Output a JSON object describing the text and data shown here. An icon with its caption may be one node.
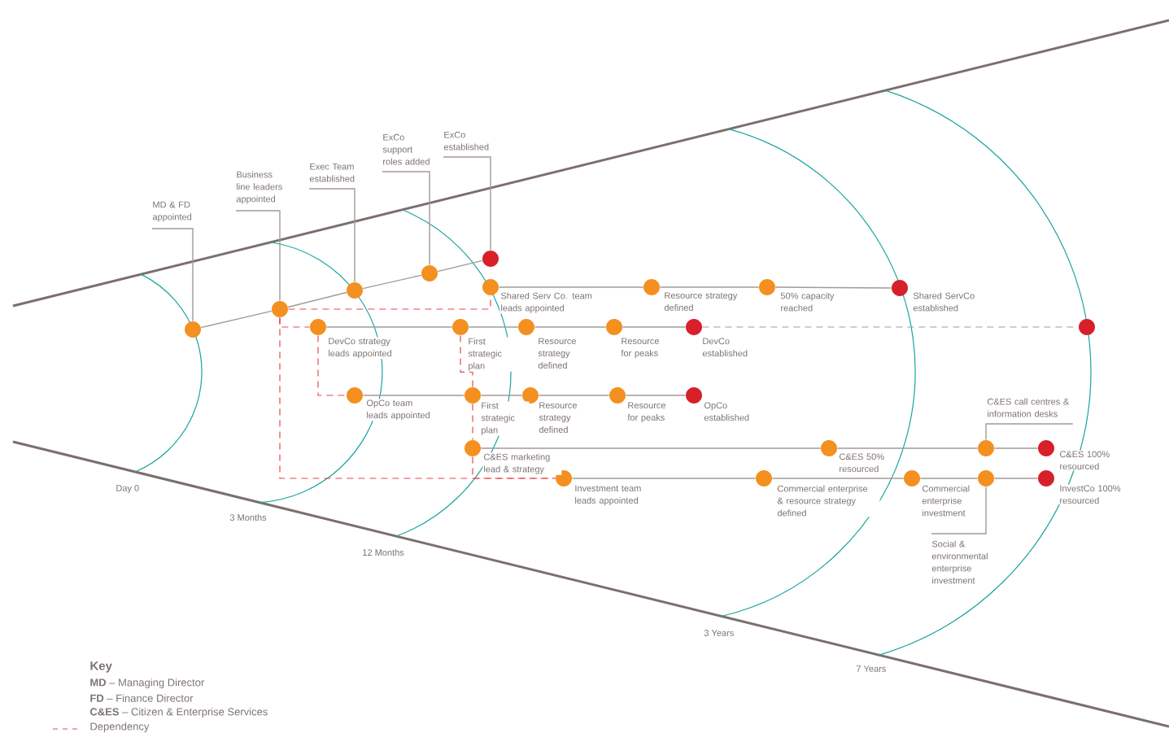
{
  "diagram": {
    "nodes": [
      {
        "text": [],
        "shape": "circle"
      },
      {
        "text": [],
        "shape": "circle"
      },
      {
        "text": [],
        "shape": "circle"
      },
      {
        "text": [],
        "shape": "circle"
      },
      {
        "text": [],
        "shape": "circle"
      },
      {
        "text": [],
        "shape": "circle",
        "beside": [
          "Shared Serv Co. team leads appointed"
        ]
      },
      {
        "text": [],
        "shape": "circle",
        "beside": [
          "Resource strategy defined"
        ]
      },
      {
        "text": [],
        "shape": "circle",
        "beside": [
          "50% capacity reached"
        ]
      },
      {
        "text": [],
        "shape": "circle",
        "beside": [
          "Shared ServCo established"
        ]
      },
      {
        "text": [],
        "shape": "circle",
        "beside": [
          "DevCo strategy leads appointed"
        ]
      },
      {
        "text": [],
        "shape": "circle",
        "beside": [
          "First strategic plan"
        ]
      },
      {
        "text": [],
        "shape": "circle",
        "beside": [
          "Resource strategy defined"
        ]
      },
      {
        "text": [],
        "shape": "circle",
        "beside": [
          "Resource for peaks"
        ]
      },
      {
        "text": [],
        "shape": "circle",
        "beside": [
          "DevCo established"
        ]
      },
      {
        "text": [],
        "shape": "circle"
      },
      {
        "text": [],
        "shape": "circle",
        "beside": [
          "OpCo team leads appointed"
        ]
      },
      {
        "text": [],
        "shape": "circle",
        "beside": [
          "First strategic plan"
        ]
      },
      {
        "text": [],
        "shape": "circle",
        "beside": [
          "Resource strategy defined"
        ]
      },
      {
        "text": [],
        "shape": "circle",
        "beside": [
          "Resource for peaks"
        ]
      },
      {
        "text": [],
        "shape": "circle",
        "beside": [
          "OpCo established"
        ]
      },
      {
        "text": [],
        "shape": "circle",
        "beside": [
          "C&ES marketing lead & strategy"
        ]
      },
      {
        "text": [],
        "shape": "circle",
        "beside": [
          "C&ES 50% resourced"
        ]
      },
      {
        "text": [],
        "shape": "circle"
      },
      {
        "text": [],
        "shape": "circle",
        "beside": [
          "C&ES 100% resourced"
        ]
      },
      {
        "text": [],
        "shape": "circle",
        "beside": [
          "Investment team leads appointed"
        ]
      },
      {
        "text": [],
        "shape": "circle",
        "beside": [
          "Commercial enterprise & resource strategy defined"
        ]
      },
      {
        "text": [],
        "shape": "circle",
        "beside": [
          "Commercial enterprise investment"
        ]
      },
      {
        "text": [],
        "shape": "circle"
      },
      {
        "text": [],
        "shape": "circle",
        "beside": [
          "InvestCo 100% resourced"
        ]
      },
      {
        "text": [
          "MD & FD appointed"
        ]
      },
      {
        "text": [
          "Business line leaders appointed"
        ]
      },
      {
        "text": [
          "Exec Team established"
        ]
      },
      {
        "text": [
          "ExCo support roles added"
        ]
      },
      {
        "text": [
          "ExCo established"
        ]
      },
      {
        "text": [
          "C&ES call centres & information desks"
        ]
      },
      {
        "text": [
          "Social & environmental enterprise investment"
        ]
      }
    ],
    "edges": [
      {
        "from": 0,
        "to": 1,
        "arrow": "none"
      },
      {
        "from": 1,
        "to": 2,
        "arrow": "none"
      },
      {
        "from": 2,
        "to": 3,
        "arrow": "none"
      },
      {
        "from": 3,
        "to": 4,
        "arrow": "none"
      },
      {
        "from": 5,
        "to": 6,
        "arrow": "none"
      },
      {
        "from": 6,
        "to": 7,
        "arrow": "none"
      },
      {
        "from": 7,
        "to": 8,
        "arrow": "none"
      },
      {
        "from": 9,
        "to": 10,
        "arrow": "none"
      },
      {
        "from": 10,
        "to": 11,
        "arrow": "none"
      },
      {
        "from": 11,
        "to": 12,
        "arrow": "none"
      },
      {
        "from": 12,
        "to": 13,
        "arrow": "none"
      },
      {
        "from": 13,
        "to": 14,
        "arrow": "none",
        "style": "dashed"
      },
      {
        "from": 15,
        "to": 16,
        "arrow": "none"
      },
      {
        "from": 16,
        "to": 17,
        "arrow": "none"
      },
      {
        "from": 17,
        "to": 18,
        "arrow": "none"
      },
      {
        "from": 18,
        "to": 19,
        "arrow": "none"
      },
      {
        "from": 20,
        "to": 21,
        "arrow": "none"
      },
      {
        "from": 21,
        "to": 22,
        "arrow": "none"
      },
      {
        "from": 22,
        "to": 23,
        "arrow": "none"
      },
      {
        "from": 24,
        "to": 25,
        "arrow": "none"
      },
      {
        "from": 25,
        "to": 26,
        "arrow": "none"
      },
      {
        "from": 26,
        "to": 27,
        "arrow": "none"
      },
      {
        "from": 27,
        "to": 28,
        "arrow": "none"
      },
      {
        "from": 1,
        "to": 5,
        "arrow": "none",
        "style": "dashed",
        "color": "#e8474f"
      },
      {
        "from": 1,
        "to": 9,
        "arrow": "none",
        "style": "dashed",
        "color": "#e8474f"
      },
      {
        "from": 1,
        "to": 24,
        "arrow": "none",
        "style": "dashed",
        "color": "#e8474f"
      },
      {
        "from": 9,
        "to": 15,
        "arrow": "none",
        "style": "dashed",
        "color": "#e8474f"
      },
      {
        "from": 10,
        "to": 16,
        "arrow": "none",
        "style": "dashed",
        "color": "#e8474f"
      },
      {
        "from": 16,
        "to": 20,
        "arrow": "none",
        "style": "dashed",
        "color": "#e8474f"
      },
      {
        "from": 20,
        "to": 24,
        "arrow": "none",
        "style": "dashed",
        "color": "#e8474f"
      },
      {
        "from": 29,
        "to": 0,
        "arrow": "none"
      },
      {
        "from": 30,
        "to": 1,
        "arrow": "none"
      },
      {
        "from": 31,
        "to": 2,
        "arrow": "none"
      },
      {
        "from": 32,
        "to": 3,
        "arrow": "none"
      },
      {
        "from": 33,
        "to": 4,
        "arrow": "none"
      },
      {
        "from": 34,
        "to": 22,
        "arrow": "none"
      },
      {
        "from": 35,
        "to": 27,
        "arrow": "none"
      }
    ],
    "labels": [
      "Day 0",
      "3 Months",
      "12 Months",
      "3 Years",
      "7 Years",
      "Key",
      "**MD** – Managing Director",
      "**FD** – Finance Director",
      "**C&ES** – Citizen & Enterprise Services"
    ],
    "legend": [
      {
        "text": "Dependency"
      }
    ]
  }
}
